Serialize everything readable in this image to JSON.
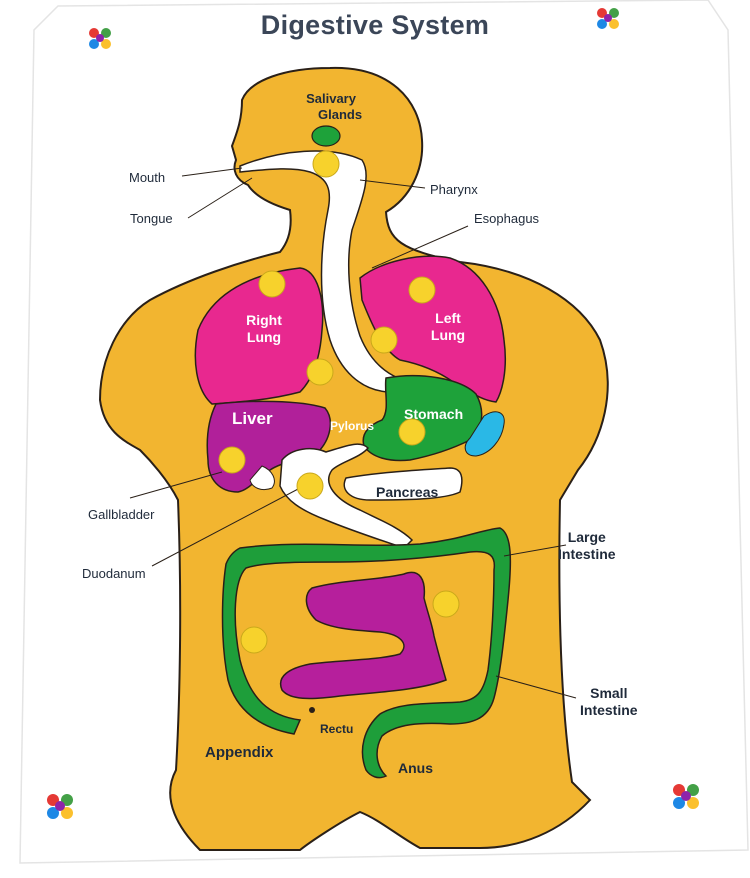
{
  "title": "Digestive System",
  "labels": {
    "salivary_glands_1": "Salivary",
    "salivary_glands_2": "Glands",
    "mouth": "Mouth",
    "tongue": "Tongue",
    "pharynx": "Pharynx",
    "esophagus": "Esophagus",
    "right_lung_1": "Right",
    "right_lung_2": "Lung",
    "left_lung_1": "Left",
    "left_lung_2": "Lung",
    "liver": "Liver",
    "pylorus": "Pylorus",
    "stomach": "Stomach",
    "pancreas": "Pancreas",
    "gallbladder": "Gallbladder",
    "duodanum": "Duodanum",
    "large_intestine_1": "Large",
    "large_intestine_2": "Intestine",
    "small_intestine_1": "Small",
    "small_intestine_2": "Intestine",
    "appendix": "Appendix",
    "rectum": "Rectu",
    "anus": "Anus"
  },
  "colors": {
    "body": "#f2b530",
    "lung": "#e8288f",
    "liver": "#b1209a",
    "stomach": "#1ea23a",
    "large_intestine": "#1e9e3a",
    "small_intestine": "#b61f9c",
    "gland": "#1ea23a",
    "spleen": "#2ab8e6",
    "knob": "#f7d22c",
    "outline": "#2a2018"
  },
  "icons": [
    "flower-logo-icon",
    "flower-logo-icon",
    "flower-logo-icon",
    "flower-logo-icon"
  ]
}
